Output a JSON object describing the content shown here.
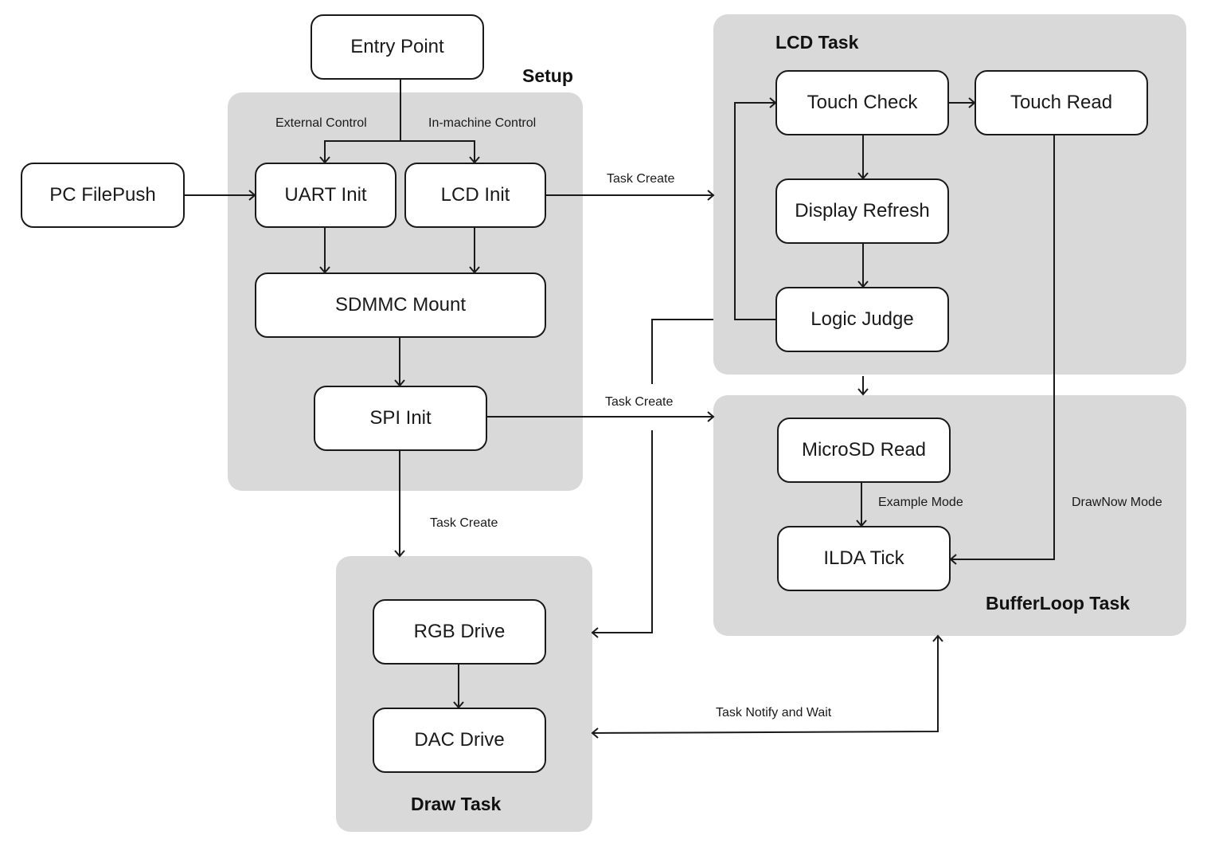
{
  "groups": {
    "setup": "Setup",
    "lcd_task": "LCD Task",
    "bufferloop_task": "BufferLoop Task",
    "draw_task": "Draw Task"
  },
  "nodes": {
    "entry_point": "Entry Point",
    "pc_filepush": "PC FilePush",
    "uart_init": "UART Init",
    "lcd_init": "LCD Init",
    "sdmmc_mount": "SDMMC Mount",
    "spi_init": "SPI Init",
    "touch_check": "Touch Check",
    "touch_read": "Touch Read",
    "display_refresh": "Display Refresh",
    "logic_judge": "Logic Judge",
    "microsd_read": "MicroSD Read",
    "ilda_tick": "ILDA Tick",
    "rgb_drive": "RGB Drive",
    "dac_drive": "DAC Drive"
  },
  "edge_labels": {
    "external_control": "External Control",
    "in_machine_control": "In-machine Control",
    "task_create_lcd": "Task Create",
    "task_create_buffer": "Task Create",
    "task_create_draw": "Task Create",
    "example_mode": "Example Mode",
    "drawnow_mode": "DrawNow Mode",
    "task_notify_wait": "Task Notify and Wait"
  }
}
